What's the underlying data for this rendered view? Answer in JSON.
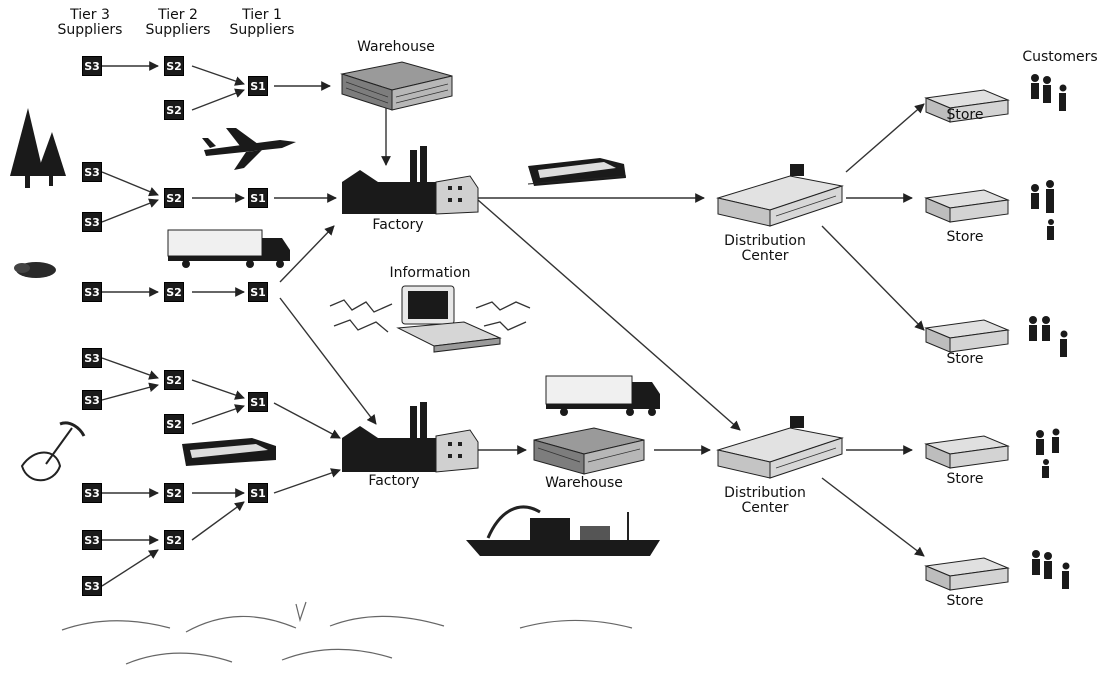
{
  "headers": {
    "tier3": "Tier 3 Suppliers",
    "tier2": "Tier 2 Suppliers",
    "tier1": "Tier 1 Suppliers"
  },
  "labels": {
    "warehouse_top": "Warehouse",
    "factory_top": "Factory",
    "factory_bottom": "Factory",
    "warehouse_bottom": "Warehouse",
    "information": "Information",
    "dc_top": "Distribution Center",
    "dc_bottom": "Distribution Center",
    "customers": "Customers",
    "store": "Store"
  },
  "node_labels": {
    "s3": "S3",
    "s2": "S2",
    "s1": "S1"
  },
  "stores": [
    "Store",
    "Store",
    "Store",
    "Store",
    "Store"
  ]
}
